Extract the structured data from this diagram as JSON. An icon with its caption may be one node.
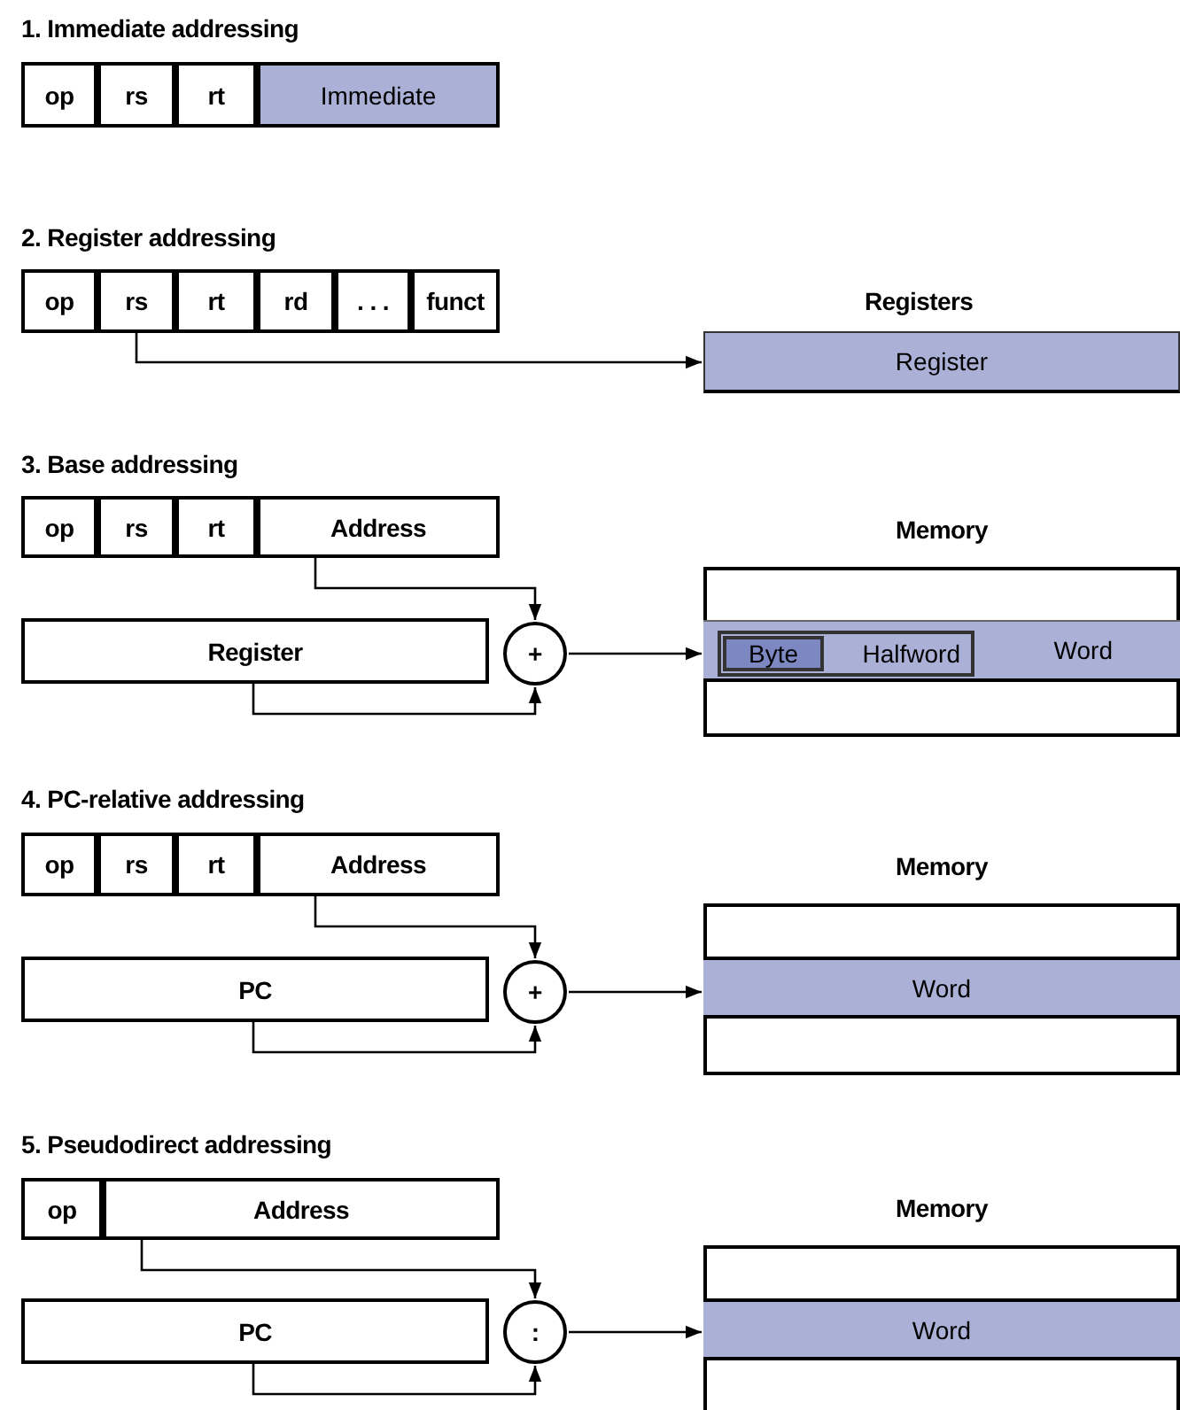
{
  "diagram": {
    "nodes": [
      {
        "text": [
          "op"
        ]
      },
      {
        "text": [
          "rs"
        ]
      },
      {
        "text": [
          "rt"
        ]
      },
      {
        "text": [
          "Immediate"
        ]
      },
      {
        "text": [
          "op"
        ]
      },
      {
        "text": [
          "rs"
        ]
      },
      {
        "text": [
          "rt"
        ]
      },
      {
        "text": [
          "rd"
        ]
      },
      {
        "text": [
          ". . ."
        ]
      },
      {
        "text": [
          "funct"
        ]
      },
      {
        "text": [
          "Register"
        ],
        "beside": [
          "Registers"
        ]
      },
      {
        "text": [
          "op"
        ]
      },
      {
        "text": [
          "rs"
        ]
      },
      {
        "text": [
          "rt"
        ]
      },
      {
        "text": [
          "Address"
        ]
      },
      {
        "text": [
          "Register"
        ]
      },
      {
        "text": [
          "+"
        ]
      },
      {
        "text": [
          "Memory"
        ]
      },
      {
        "text": [
          "Word"
        ],
        "in": 17
      },
      {
        "text": [
          "Halfword"
        ],
        "in": 18
      },
      {
        "text": [
          "Byte"
        ],
        "in": 19
      },
      {
        "text": [
          "op"
        ]
      },
      {
        "text": [
          "rs"
        ]
      },
      {
        "text": [
          "rt"
        ]
      },
      {
        "text": [
          "Address"
        ]
      },
      {
        "text": [
          "PC"
        ]
      },
      {
        "text": [
          "+"
        ]
      },
      {
        "text": [
          "Memory"
        ]
      },
      {
        "text": [
          "Word"
        ],
        "in": 27
      },
      {
        "text": [
          "op"
        ]
      },
      {
        "text": [
          "Address"
        ]
      },
      {
        "text": [
          "PC"
        ]
      },
      {
        "text": [
          ":"
        ]
      },
      {
        "text": [
          "Memory"
        ]
      },
      {
        "text": [
          "Word"
        ],
        "in": 33
      }
    ],
    "edges": [
      {
        "from": 5,
        "to": 10,
        "arrow": "to"
      },
      {
        "from": 14,
        "to": 16,
        "arrow": "to"
      },
      {
        "from": 15,
        "to": 16,
        "arrow": "to"
      },
      {
        "from": 16,
        "to": 18,
        "arrow": "to"
      },
      {
        "from": 24,
        "to": 26,
        "arrow": "to"
      },
      {
        "from": 25,
        "to": 26,
        "arrow": "to"
      },
      {
        "from": 26,
        "to": 28,
        "arrow": "to"
      },
      {
        "from": 30,
        "to": 32,
        "arrow": "to"
      },
      {
        "from": 31,
        "to": 32,
        "arrow": "to"
      },
      {
        "from": 32,
        "to": 34,
        "arrow": "to"
      }
    ],
    "labels": [
      "1. Immediate addressing",
      "2. Register addressing",
      "3. Base addressing",
      "4. PC-relative addressing",
      "5. Pseudodirect addressing"
    ]
  }
}
